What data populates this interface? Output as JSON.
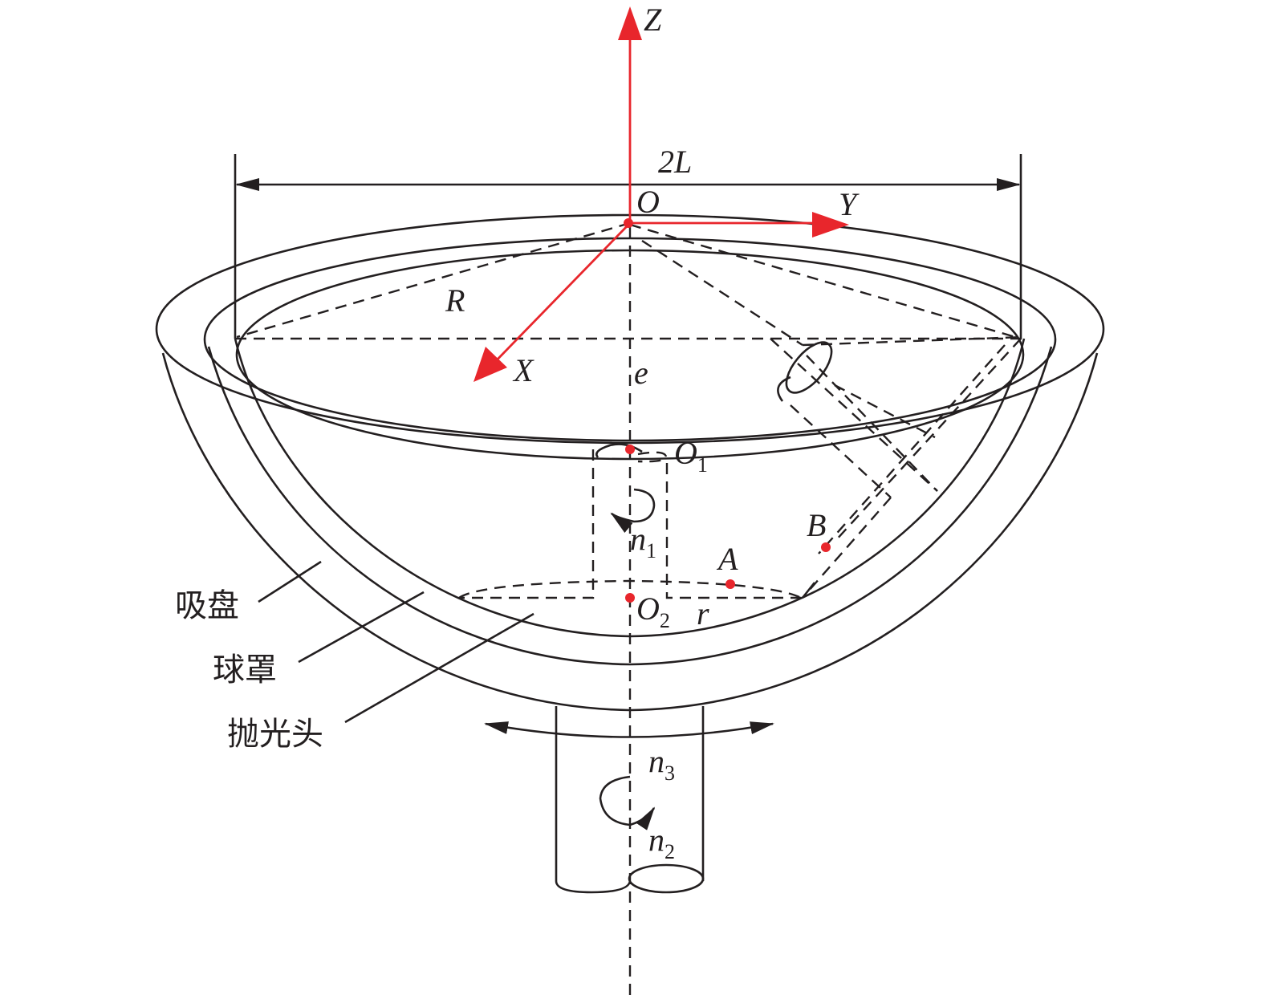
{
  "axes": {
    "z": "Z",
    "y": "Y",
    "x": "X"
  },
  "dimension": "2L",
  "labels": {
    "O": "O",
    "R": "R",
    "e": "e",
    "O1": {
      "base": "O",
      "sub": "1"
    },
    "n1": {
      "base": "n",
      "sub": "1"
    },
    "A": "A",
    "B": "B",
    "O2": {
      "base": "O",
      "sub": "2"
    },
    "r": "r",
    "n3": {
      "base": "n",
      "sub": "3"
    },
    "n2": {
      "base": "n",
      "sub": "2"
    }
  },
  "callouts": {
    "suction_cup": "吸盘",
    "sphere_cover": "球罩",
    "polishing_head": "抛光头"
  },
  "colors": {
    "axis": "#e8262c",
    "line": "#231f20",
    "point": "#e8262c"
  }
}
